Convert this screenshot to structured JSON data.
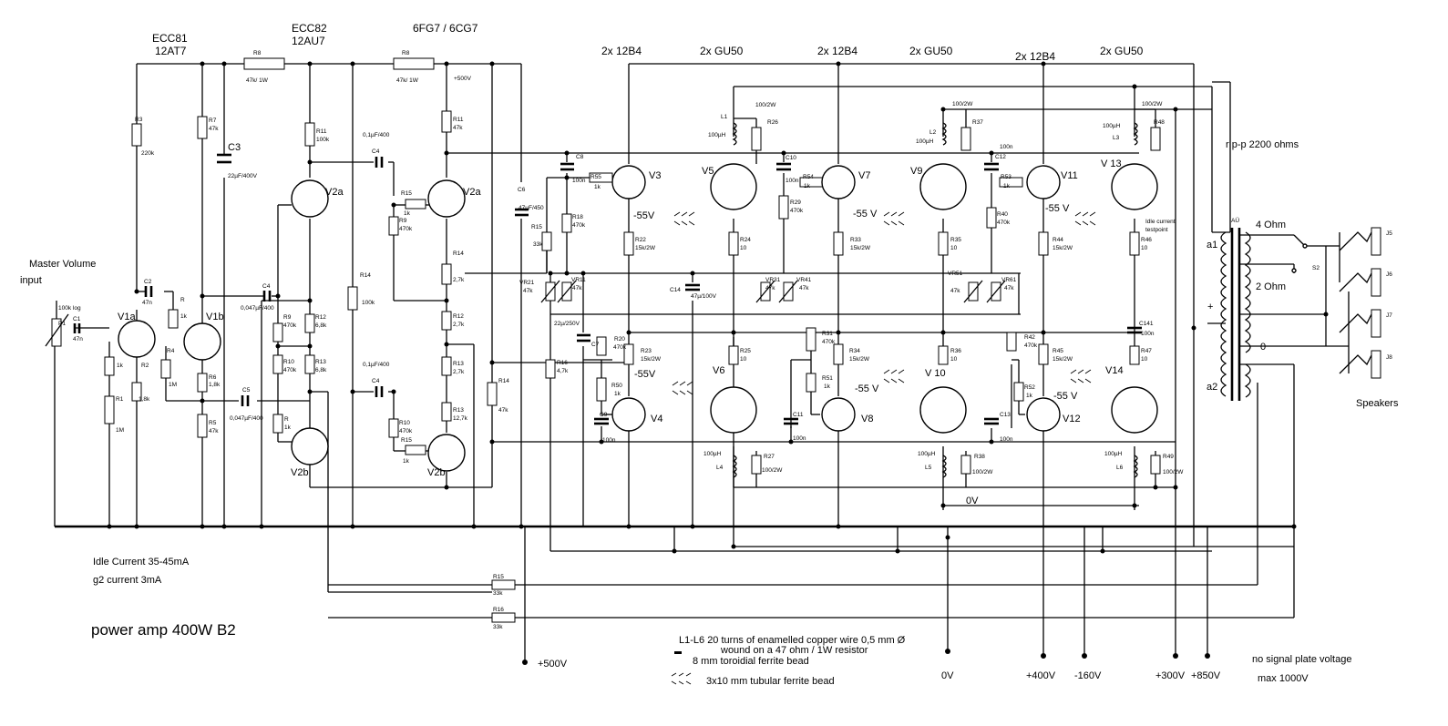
{
  "tube_headers": {
    "v1": [
      "ECC81",
      "12AT7"
    ],
    "v2": [
      "ECC82",
      "12AU7"
    ],
    "v2a_type": "6FG7 / 6CG7",
    "out": [
      "2x 12B4",
      "2x GU50",
      "2x 12B4",
      "2x GU50",
      "2x 12B4",
      "2x GU50"
    ]
  },
  "tubes": {
    "v1a": "V1a",
    "v1b": "V1b",
    "v2a_1": "V2a",
    "v2b_1": "V2b",
    "v2a_2": "V2a",
    "v2b_2": "V2b",
    "v3": "V3",
    "v4": "V4",
    "v5": "V5",
    "v6": "V6",
    "v7": "V7",
    "v8": "V8",
    "v9": "V9",
    "v10": "V 10",
    "v11": "V11",
    "v12": "V12",
    "v13": "V 13",
    "v14": "V14"
  },
  "input": {
    "master_volume": "Master Volume",
    "input": "input",
    "p1": "P1",
    "p1_value": "100k log"
  },
  "driver_labels": [
    {
      "id": "r8a",
      "name": "R8",
      "value": "47k/ 1W"
    },
    {
      "id": "r8b",
      "name": "R8",
      "value": "47k/ 1W"
    },
    {
      "id": "c3",
      "name": "C3",
      "value": "22µF/400V"
    }
  ],
  "small_labels": {
    "r3": "R3",
    "r3v": "220k",
    "r7": "R7",
    "r7v": "47k",
    "c2": "C2",
    "c2v": "47n",
    "c1": "C1",
    "c1v": "47n",
    "r1": "R1",
    "r1v": "1M",
    "r1k": "1k",
    "r2": "R2",
    "r2v": "1,8k",
    "r": "R",
    "rk": "1k",
    "r4": "R4",
    "r4v": "1M",
    "r6": "R6",
    "r6v": "1,8k",
    "r5": "R5",
    "r5v": "47k",
    "c5": "C5",
    "c5v": "0,047µF/400",
    "c4a": "C4",
    "c4av": "0,047µF/400",
    "r11": "R11",
    "r11v": "100k",
    "r9": "R9",
    "r9v": "470k",
    "r12": "R12",
    "r12v": "6,8k",
    "r10": "R10",
    "r10v": "470k",
    "r13": "R13",
    "r13v": "6,8k",
    "rx": "R",
    "rxv": "1k",
    "r14a": "R14",
    "r14av": "100k",
    "c4b": "C4",
    "c4bv": "0,1µF/400",
    "r15a": "R15",
    "r15av": "1k",
    "r9b": "R9",
    "r9bv": "470k",
    "r11b": "R11",
    "r11bv": "47k",
    "r14b": "R14",
    "r14bv": "2,7k",
    "r12b": "R12",
    "r12bv": "2,7k",
    "r13b": "R13",
    "r13bv": "2,7k",
    "r13c": "R13",
    "r13cv": "12,7k",
    "c4c": "C4",
    "c4cv": "0,1µF/400",
    "r10b": "R10",
    "r10bv": "470k",
    "r15b": "R15",
    "r15bv": "1k",
    "r14c": "R14",
    "r14cv": "47k",
    "c6": "C6",
    "c6v": "47µF/450",
    "plus500": "+500V"
  },
  "output_labels": {
    "r15c": "R15",
    "r15cv": "33k",
    "c8": "C8",
    "c8v": "100n",
    "r55": "R55",
    "r55v": "1k",
    "r18": "R18",
    "r18v": "470k",
    "r22": "R22",
    "r22v": "15k/2W",
    "vr21": "VR21",
    "vr21v": "47k",
    "vr11": "VR11",
    "vr11v": "47k",
    "r16": "R16",
    "r16v": "4,7k",
    "c7": "C7",
    "c7v": "22µ/250V",
    "r20": "R20",
    "r20v": "470k",
    "r23": "R23",
    "r23v": "15k/2W",
    "r50": "R50",
    "r50v": "1k",
    "c9": "C9",
    "c9v": "100n",
    "l1": "L1",
    "l1v": "100µH",
    "r26": "R26",
    "r26v": "100/2W",
    "r24": "R24",
    "r24v": "10",
    "c14": "C14",
    "c14v": "47µ/100V",
    "r25": "R25",
    "r25v": "10",
    "l4": "L4",
    "l4v": "100µH",
    "r27": "R27",
    "r27v": "100/2W",
    "c10": "C10",
    "c10v": "100n",
    "r54": "R54",
    "r54v": "1k",
    "r29": "R29",
    "r29v": "470k",
    "vr31": "VR31",
    "vr31v": "47k",
    "vr41": "VR41",
    "vr41v": "47k",
    "r33": "R33",
    "r33v": "15k/2W",
    "r31": "R31",
    "r31v": "470k",
    "r34": "R34",
    "r34v": "15k/2W",
    "r51": "R51",
    "r51v": "1k",
    "c11": "C11",
    "c11v": "100n",
    "l2": "L2",
    "l2v": "100µH",
    "r37": "R37",
    "r37v": "100/2W",
    "c12": "C12",
    "c12v": "100n",
    "r35": "R35",
    "r35v": "10",
    "r36": "R36",
    "r36v": "10",
    "l5": "L5",
    "l5v": "100µH",
    "r38": "R38",
    "r38v": "100/2W",
    "r53": "R53",
    "r53v": "1k",
    "r40": "R40",
    "r40v": "470k",
    "vr51": "VR51",
    "vr51v": "47k",
    "vr61": "VR61",
    "vr61v": "47k",
    "r44": "R44",
    "r44v": "15k/2W",
    "r42": "R42",
    "r42v": "470k",
    "r45": "R45",
    "r45v": "15k/2W",
    "r52": "R52",
    "r52v": "1k",
    "c13": "C13",
    "c13v": "100n",
    "l3": "L3",
    "l3v": "100µH",
    "r48": "R48",
    "r48v": "100/2W",
    "r46": "R46",
    "r46v": "10",
    "c141": "C141",
    "c141v": "100n",
    "r47": "R47",
    "r47v": "10",
    "l6": "L6",
    "l6v": "100µH",
    "r49": "R49",
    "r49v": "100/2W",
    "idle": "Idle current",
    "testpoint": "testpoint",
    "r16b": "R16",
    "r16bv": "33k",
    "minus55": "-55V",
    "minus55sp": "-55 V"
  },
  "transformer": {
    "name": "AÜ",
    "impedance": "r p-p 2200 ohms",
    "a1": "a1",
    "a2": "a2",
    "plus": "+",
    "tap4": "4 Ohm",
    "tap2": "2 Ohm",
    "tap0": "0",
    "s2": "S2",
    "jacks": [
      "J5",
      "J6",
      "J7",
      "J8"
    ],
    "speakers": "Speakers"
  },
  "notes": {
    "idle_current": "Idle Current 35-45mA",
    "g2_current": "g2 current  3mA",
    "title": "power amp 400W  B2",
    "l_note1": "L1-L6  20 turns of enamelled copper wire 0,5 mm Ø",
    "l_note2": "wound on a 47 ohm / 1W resistor",
    "bead1": "8 mm toroidial ferrite bead",
    "bead2": "3x10 mm tubular  ferrite bead",
    "no_signal": "no signal plate voltage",
    "max": "max 1000V",
    "zero_v": "0V"
  },
  "supplies": [
    "+500V",
    "0V",
    "+400V",
    "-160V",
    "+300V",
    "+850V"
  ]
}
